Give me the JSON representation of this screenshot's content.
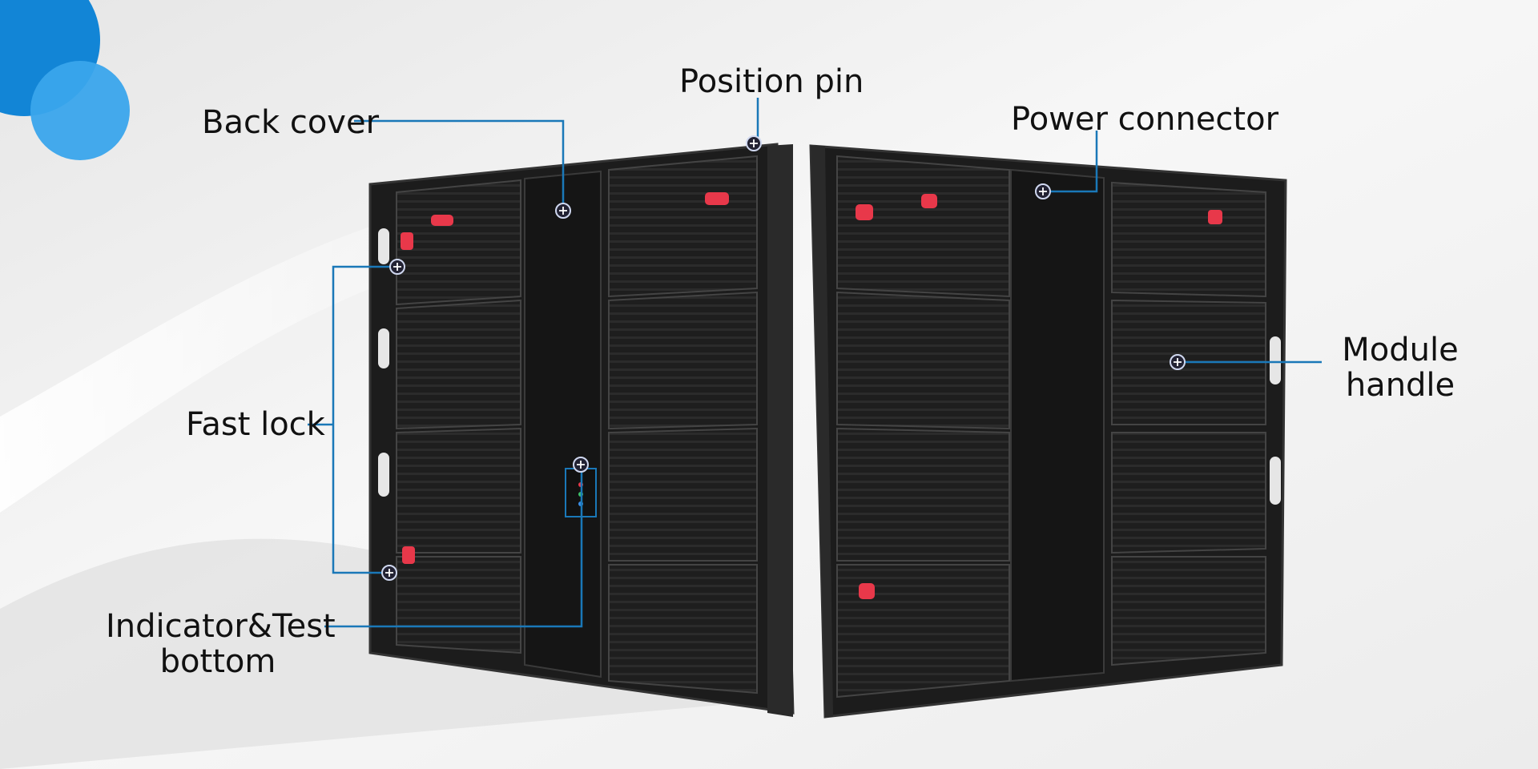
{
  "labels": {
    "position_pin": "Position pin",
    "back_cover": "Back cover",
    "power_connector": "Power connector",
    "module_handle_line1": "Module",
    "module_handle_line2": "handle",
    "fast_lock": "Fast lock",
    "indicator_line1": "Indicator&Test",
    "indicator_line2": "bottom"
  },
  "colors": {
    "accent": "#1a78b8",
    "deco_circle_1": "#1285d6",
    "deco_circle_2": "#3aa5ec",
    "cabinet": "#1c1c1c",
    "cabinet_edge": "#2f2f2f",
    "lock_red": "#e8384a",
    "label_text": "#111111"
  }
}
